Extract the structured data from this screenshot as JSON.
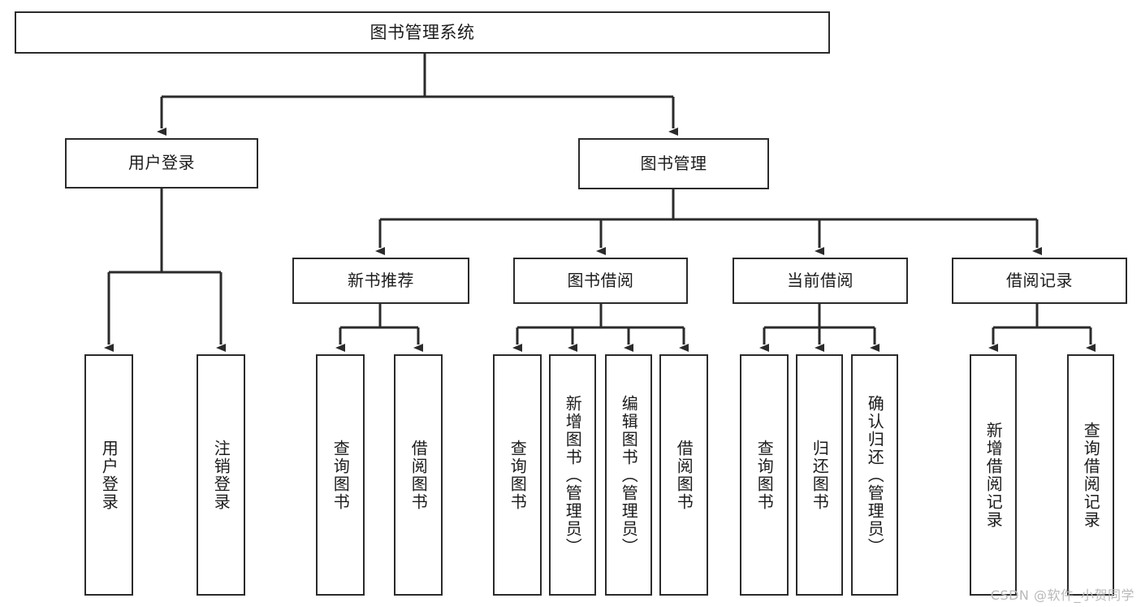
{
  "diagram": {
    "title": "图书管理系统",
    "type": "hierarchy-tree",
    "colors": {
      "background": "#ffffff",
      "node_border": "#2b2b2b",
      "node_fill": "#ffffff",
      "connector": "#2b2b2b",
      "text": "#1b1b1b",
      "watermark": "#b9b9b9"
    }
  },
  "watermark": {
    "text": "CSDN @软件_小贺同学"
  },
  "nodes": {
    "root": {
      "label": "图书管理系统"
    },
    "level2": [
      {
        "id": "user-login",
        "label": "用户登录"
      },
      {
        "id": "book-manage",
        "label": "图书管理"
      }
    ],
    "level3": [
      {
        "id": "new-book-recommend",
        "label": "新书推荐"
      },
      {
        "id": "book-borrow",
        "label": "图书借阅"
      },
      {
        "id": "current-borrow",
        "label": "当前借阅"
      },
      {
        "id": "borrow-record",
        "label": "借阅记录"
      }
    ],
    "leaves": [
      {
        "id": "leaf-user-login",
        "label": "用户登录",
        "parent": "user-login"
      },
      {
        "id": "leaf-logout",
        "label": "注销登录",
        "parent": "user-login"
      },
      {
        "id": "leaf-query-book-1",
        "label": "查询图书",
        "parent": "new-book-recommend"
      },
      {
        "id": "leaf-borrow-book-1",
        "label": "借阅图书",
        "parent": "new-book-recommend"
      },
      {
        "id": "leaf-query-book-2",
        "label": "查询图书",
        "parent": "book-borrow"
      },
      {
        "id": "leaf-add-book",
        "label": "新增图书（管理员）",
        "parent": "book-borrow"
      },
      {
        "id": "leaf-edit-book",
        "label": "编辑图书（管理员）",
        "parent": "book-borrow"
      },
      {
        "id": "leaf-borrow-book-2",
        "label": "借阅图书",
        "parent": "book-borrow"
      },
      {
        "id": "leaf-query-book-3",
        "label": "查询图书",
        "parent": "current-borrow"
      },
      {
        "id": "leaf-return-book",
        "label": "归还图书",
        "parent": "current-borrow"
      },
      {
        "id": "leaf-confirm-return",
        "label": "确认归还（管理员）",
        "parent": "current-borrow"
      },
      {
        "id": "leaf-add-record",
        "label": "新增借阅记录",
        "parent": "borrow-record"
      },
      {
        "id": "leaf-query-record",
        "label": "查询借阅记录",
        "parent": "borrow-record"
      }
    ]
  }
}
